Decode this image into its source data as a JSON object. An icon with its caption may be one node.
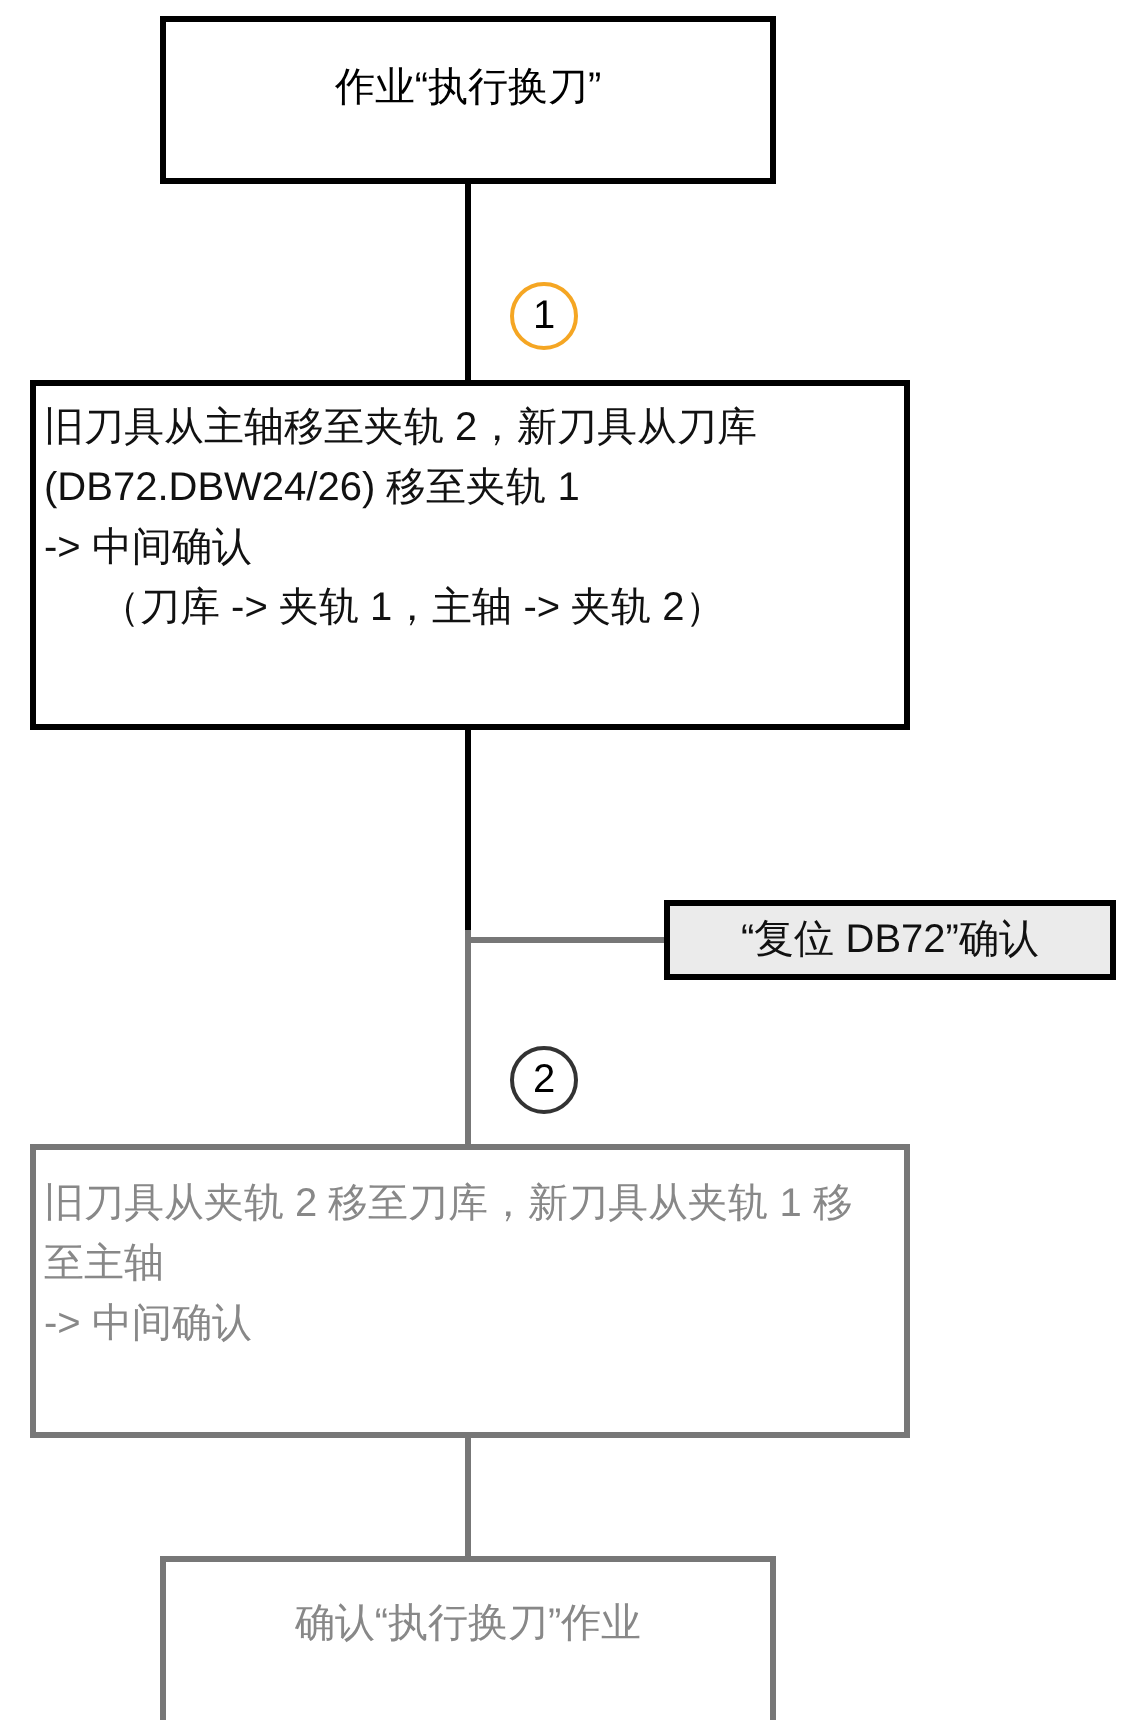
{
  "diagram": {
    "nodes": [
      {
        "text": [
          "作业“执行换刀”"
        ]
      },
      {
        "text": [
          "旧刀具从主轴移至夹轨 2，新刀具从刀库 (DB72.DBW24/26) 移至夹轨 1",
          "-> 中间确认",
          "（刀库 -> 夹轨 1，主轴 -> 夹轨 2）"
        ]
      },
      {
        "text": [
          "“复位 DB72”确认"
        ]
      },
      {
        "text": [
          "旧刀具从夹轨 2 移至刀库，新刀具从夹轨 1 移至主轴",
          "-> 中间确认"
        ]
      },
      {
        "text": [
          "确认“执行换刀”作业"
        ]
      }
    ],
    "edges": [
      {
        "from": 0,
        "to": 1,
        "arrow": "none",
        "label": "1"
      },
      {
        "from": 1,
        "to": 3,
        "arrow": "none"
      },
      {
        "from": 2,
        "to": 3,
        "arrow": "none",
        "label": "2",
        "color": "#777777"
      },
      {
        "from": 3,
        "to": 4,
        "arrow": "none",
        "color": "#777777"
      }
    ]
  }
}
